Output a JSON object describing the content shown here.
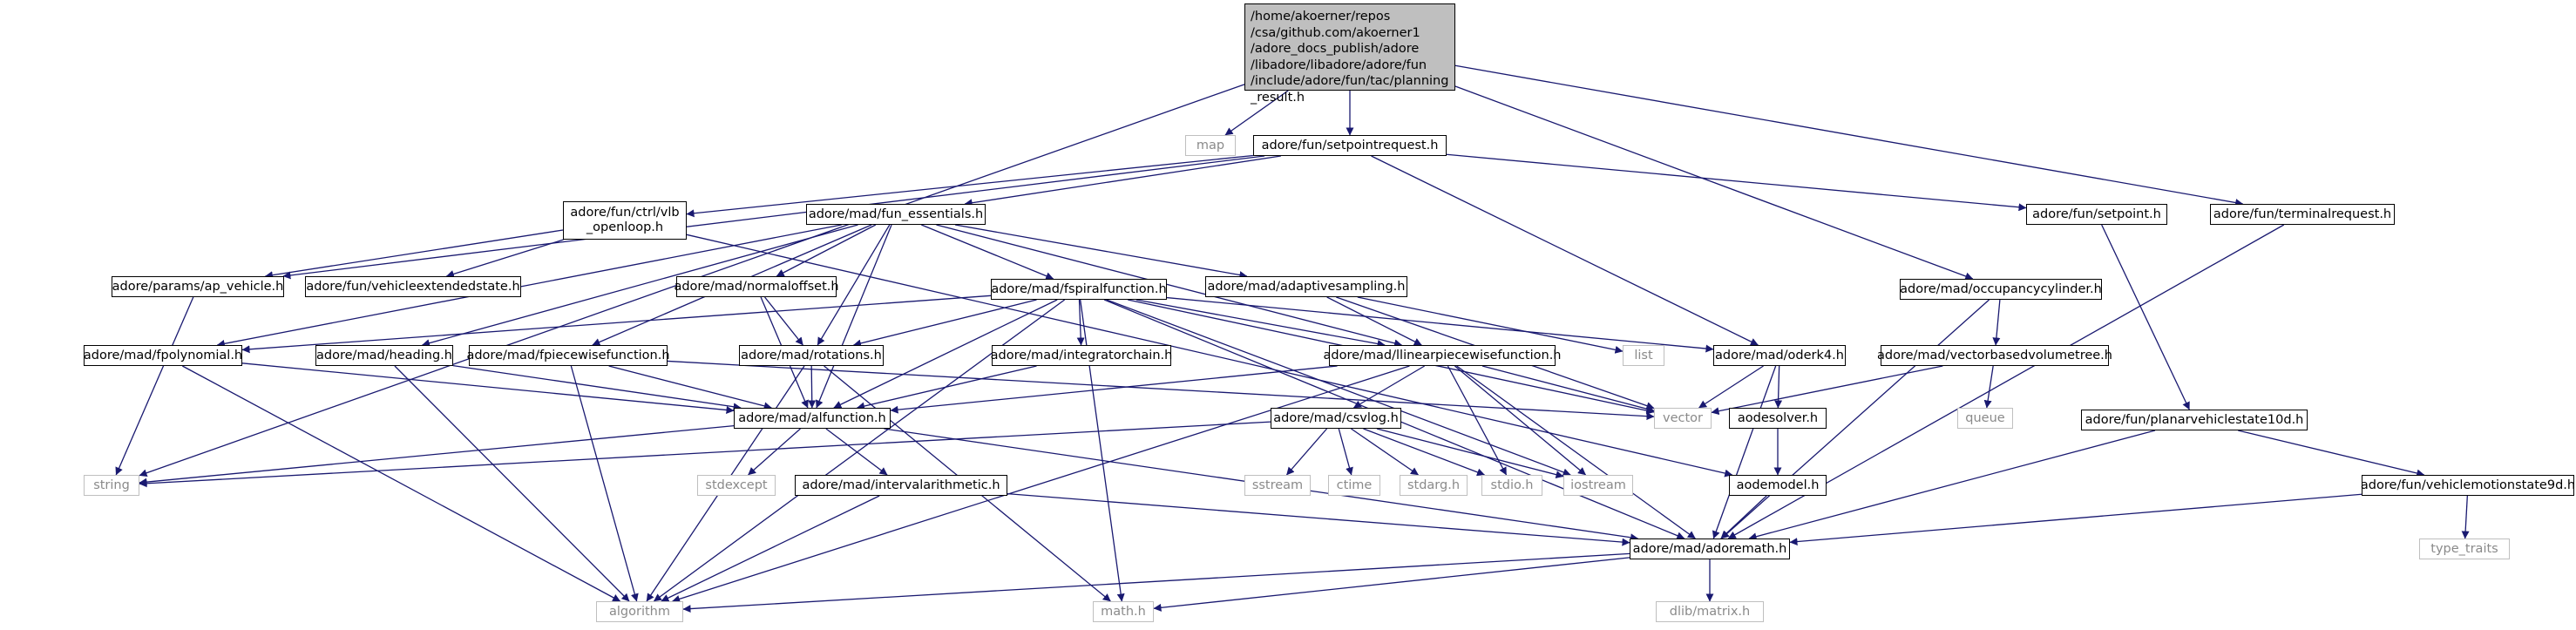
{
  "graph": {
    "root": "/home/akoerner/repos\n/csa/github.com/akoerner1\n/adore_docs_publish/adore\n/libadore/libadore/adore/fun\n/include/adore/fun/tac/planning\n_result.h",
    "nodes": {
      "map": "map",
      "setpointrequest": "adore/fun/setpointrequest.h",
      "terminalrequest": "adore/fun/terminalrequest.h",
      "vlb_openloop": "adore/fun/ctrl/vlb\n_openloop.h",
      "fun_essentials": "adore/mad/fun_essentials.h",
      "setpoint": "adore/fun/setpoint.h",
      "ap_vehicle": "adore/params/ap_vehicle.h",
      "vehicleextendedstate": "adore/fun/vehicleextendedstate.h",
      "normaloffset": "adore/mad/normaloffset.h",
      "fspiralfunction": "adore/mad/fspiralfunction.h",
      "adaptivesampling": "adore/mad/adaptivesampling.h",
      "occupancycylinder": "adore/mad/occupancycylinder.h",
      "fpolynomial": "adore/mad/fpolynomial.h",
      "heading": "adore/mad/heading.h",
      "fpiecewisefunction": "adore/mad/fpiecewisefunction.h",
      "rotations": "adore/mad/rotations.h",
      "integratorchain": "adore/mad/integratorchain.h",
      "llinearpiecewisefunction": "adore/mad/llinearpiecewisefunction.h",
      "list": "list",
      "oderk4": "adore/mad/oderk4.h",
      "vectorbasedvolumetree": "adore/mad/vectorbasedvolumetree.h",
      "alfunction": "adore/mad/alfunction.h",
      "csvlog": "adore/mad/csvlog.h",
      "vector": "vector",
      "aodesolver": "aodesolver.h",
      "queue": "queue",
      "planarvehiclestate10d": "adore/fun/planarvehiclestate10d.h",
      "string": "string",
      "stdexcept": "stdexcept",
      "intervalarithmetic": "adore/mad/intervalarithmetic.h",
      "sstream": "sstream",
      "ctime": "ctime",
      "stdarg": "stdarg.h",
      "stdio": "stdio.h",
      "iostream": "iostream",
      "aodemodel": "aodemodel.h",
      "vehiclemotionstate9d": "adore/fun/vehiclemotionstate9d.h",
      "type_traits": "type_traits",
      "adoremath": "adore/mad/adoremath.h",
      "algorithm": "algorithm",
      "math": "math.h",
      "dlib_matrix": "dlib/matrix.h"
    },
    "edges": [
      [
        "root",
        "string"
      ],
      [
        "root",
        "map"
      ],
      [
        "root",
        "setpointrequest"
      ],
      [
        "root",
        "occupancycylinder"
      ],
      [
        "root",
        "terminalrequest"
      ],
      [
        "setpointrequest",
        "ap_vehicle"
      ],
      [
        "setpointrequest",
        "vlb_openloop"
      ],
      [
        "setpointrequest",
        "fun_essentials"
      ],
      [
        "setpointrequest",
        "setpoint"
      ],
      [
        "setpointrequest",
        "oderk4"
      ],
      [
        "terminalrequest",
        "adoremath"
      ],
      [
        "vlb_openloop",
        "ap_vehicle"
      ],
      [
        "vlb_openloop",
        "vehicleextendedstate"
      ],
      [
        "vlb_openloop",
        "aodemodel"
      ],
      [
        "fun_essentials",
        "fpolynomial"
      ],
      [
        "fun_essentials",
        "heading"
      ],
      [
        "fun_essentials",
        "fpiecewisefunction"
      ],
      [
        "fun_essentials",
        "normaloffset"
      ],
      [
        "fun_essentials",
        "rotations"
      ],
      [
        "fun_essentials",
        "alfunction"
      ],
      [
        "fun_essentials",
        "fspiralfunction"
      ],
      [
        "fun_essentials",
        "llinearpiecewisefunction"
      ],
      [
        "fun_essentials",
        "adaptivesampling"
      ],
      [
        "setpoint",
        "planarvehiclestate10d"
      ],
      [
        "ap_vehicle",
        "string"
      ],
      [
        "normaloffset",
        "rotations"
      ],
      [
        "normaloffset",
        "alfunction"
      ],
      [
        "fspiralfunction",
        "fpolynomial"
      ],
      [
        "fspiralfunction",
        "algorithm"
      ],
      [
        "fspiralfunction",
        "rotations"
      ],
      [
        "fspiralfunction",
        "alfunction"
      ],
      [
        "fspiralfunction",
        "integratorchain"
      ],
      [
        "fspiralfunction",
        "llinearpiecewisefunction"
      ],
      [
        "fspiralfunction",
        "oderk4"
      ],
      [
        "fspiralfunction",
        "math"
      ],
      [
        "fspiralfunction",
        "adoremath"
      ],
      [
        "fspiralfunction",
        "iostream"
      ],
      [
        "fspiralfunction",
        "vector"
      ],
      [
        "adaptivesampling",
        "llinearpiecewisefunction"
      ],
      [
        "adaptivesampling",
        "list"
      ],
      [
        "adaptivesampling",
        "vector"
      ],
      [
        "occupancycylinder",
        "vectorbasedvolumetree"
      ],
      [
        "occupancycylinder",
        "adoremath"
      ],
      [
        "fpolynomial",
        "alfunction"
      ],
      [
        "fpolynomial",
        "algorithm"
      ],
      [
        "heading",
        "alfunction"
      ],
      [
        "heading",
        "algorithm"
      ],
      [
        "fpiecewisefunction",
        "alfunction"
      ],
      [
        "fpiecewisefunction",
        "algorithm"
      ],
      [
        "fpiecewisefunction",
        "vector"
      ],
      [
        "rotations",
        "alfunction"
      ],
      [
        "rotations",
        "math"
      ],
      [
        "rotations",
        "algorithm"
      ],
      [
        "integratorchain",
        "alfunction"
      ],
      [
        "llinearpiecewisefunction",
        "alfunction"
      ],
      [
        "llinearpiecewisefunction",
        "csvlog"
      ],
      [
        "llinearpiecewisefunction",
        "vector"
      ],
      [
        "llinearpiecewisefunction",
        "iostream"
      ],
      [
        "llinearpiecewisefunction",
        "stdio"
      ],
      [
        "llinearpiecewisefunction",
        "adoremath"
      ],
      [
        "llinearpiecewisefunction",
        "algorithm"
      ],
      [
        "oderk4",
        "aodesolver"
      ],
      [
        "oderk4",
        "adoremath"
      ],
      [
        "oderk4",
        "vector"
      ],
      [
        "vectorbasedvolumetree",
        "queue"
      ],
      [
        "vectorbasedvolumetree",
        "vector"
      ],
      [
        "alfunction",
        "string"
      ],
      [
        "alfunction",
        "stdexcept"
      ],
      [
        "alfunction",
        "intervalarithmetic"
      ],
      [
        "alfunction",
        "adoremath"
      ],
      [
        "csvlog",
        "string"
      ],
      [
        "csvlog",
        "sstream"
      ],
      [
        "csvlog",
        "ctime"
      ],
      [
        "csvlog",
        "stdarg"
      ],
      [
        "csvlog",
        "stdio"
      ],
      [
        "csvlog",
        "iostream"
      ],
      [
        "aodesolver",
        "aodemodel"
      ],
      [
        "planarvehiclestate10d",
        "adoremath"
      ],
      [
        "planarvehiclestate10d",
        "vehiclemotionstate9d"
      ],
      [
        "intervalarithmetic",
        "algorithm"
      ],
      [
        "intervalarithmetic",
        "adoremath"
      ],
      [
        "aodemodel",
        "adoremath"
      ],
      [
        "vehiclemotionstate9d",
        "adoremath"
      ],
      [
        "vehiclemotionstate9d",
        "type_traits"
      ],
      [
        "adoremath",
        "algorithm"
      ],
      [
        "adoremath",
        "math"
      ],
      [
        "adoremath",
        "dlib_matrix"
      ]
    ]
  }
}
